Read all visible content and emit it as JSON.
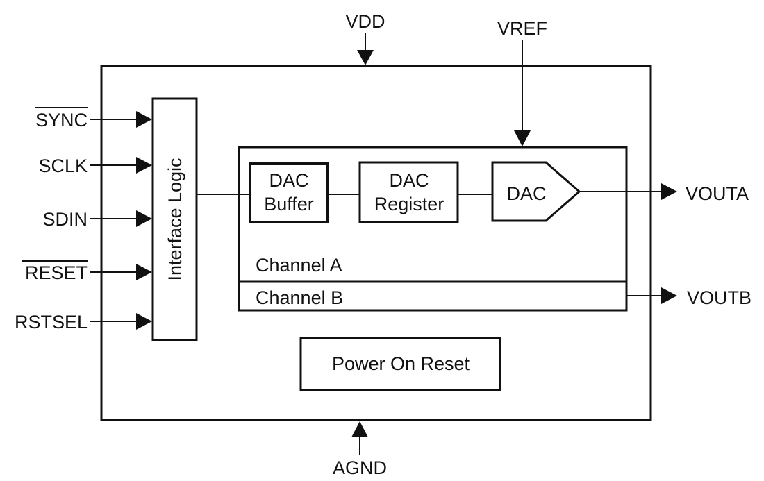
{
  "pins": {
    "vdd": "VDD",
    "vref": "VREF",
    "agnd": "AGND",
    "sync": "SYNC",
    "sclk": "SCLK",
    "sdin": "SDIN",
    "reset": "RESET",
    "rstsel": "RSTSEL",
    "vouta": "VOUTA",
    "voutb": "VOUTB"
  },
  "blocks": {
    "interface_logic": "Interface Logic",
    "dac_buffer_line1": "DAC",
    "dac_buffer_line2": "Buffer",
    "dac_register_line1": "DAC",
    "dac_register_line2": "Register",
    "dac": "DAC",
    "channel_a": "Channel A",
    "channel_b": "Channel B",
    "power_on_reset": "Power On Reset"
  },
  "active_low_pins": [
    "SYNC",
    "RESET"
  ]
}
